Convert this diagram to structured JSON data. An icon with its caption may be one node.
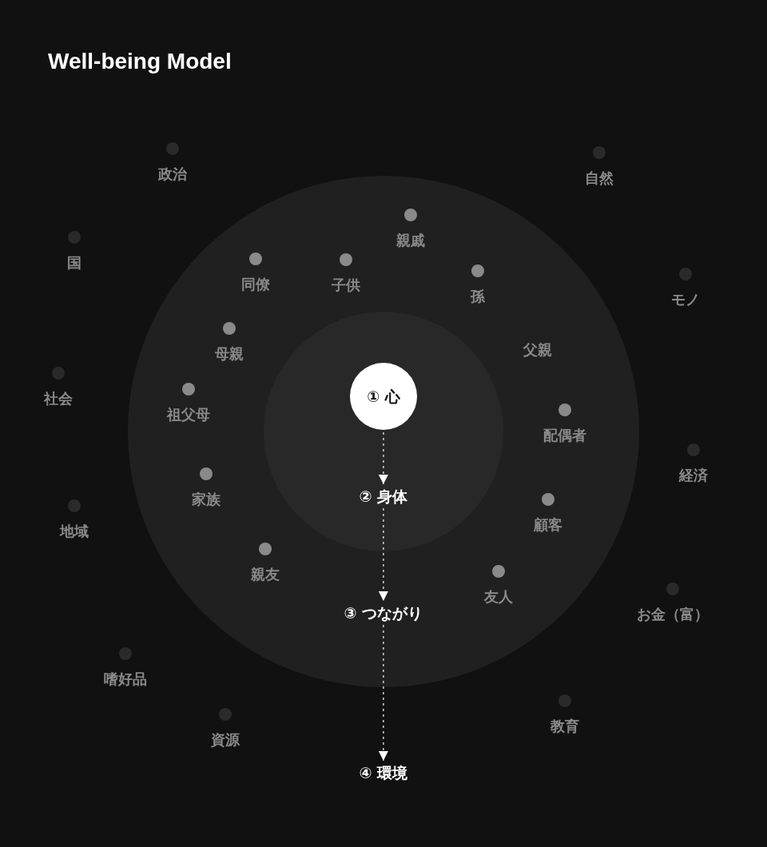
{
  "diagram": {
    "title": "Well-being Model",
    "nodes": [
      {
        "text": [],
        "shape": "circle"
      },
      {
        "text": [],
        "shape": "circle",
        "in": 0
      },
      {
        "text": [
          "① 心"
        ],
        "in": 1
      },
      {
        "text": [
          "② 身体"
        ],
        "in": 1
      },
      {
        "text": [
          "③ つながり"
        ],
        "in": 0
      },
      {
        "text": [
          "④ 環境"
        ]
      },
      {
        "text": [
          "政治"
        ]
      },
      {
        "text": [
          "自然"
        ]
      },
      {
        "text": [
          "親戚"
        ],
        "in": 0
      },
      {
        "text": [
          "国"
        ]
      },
      {
        "text": [
          "同僚"
        ],
        "in": 0
      },
      {
        "text": [
          "子供"
        ],
        "in": 0
      },
      {
        "text": [
          "孫"
        ],
        "in": 0
      },
      {
        "text": [
          "モノ"
        ]
      },
      {
        "text": [
          "母親"
        ],
        "in": 0
      },
      {
        "text": [
          "父親"
        ],
        "in": 0
      },
      {
        "text": [
          "社会"
        ]
      },
      {
        "text": [
          "祖父母"
        ],
        "in": 0
      },
      {
        "text": [
          "配偶者"
        ],
        "in": 0
      },
      {
        "text": [
          "経済"
        ]
      },
      {
        "text": [
          "家族"
        ],
        "in": 0
      },
      {
        "text": [
          "顧客"
        ],
        "in": 0
      },
      {
        "text": [
          "地域"
        ]
      },
      {
        "text": [
          "親友"
        ],
        "in": 0
      },
      {
        "text": [
          "友人"
        ],
        "in": 0
      },
      {
        "text": [
          "お金（富）"
        ]
      },
      {
        "text": [
          "嗜好品"
        ]
      },
      {
        "text": [
          "教育"
        ]
      },
      {
        "text": [
          "資源"
        ]
      }
    ],
    "edges": [
      {
        "from": 2,
        "to": 3,
        "arrow": "to",
        "style": "dashed"
      },
      {
        "from": 3,
        "to": 4,
        "arrow": "to",
        "style": "dashed"
      },
      {
        "from": 4,
        "to": 5,
        "arrow": "to",
        "style": "dashed"
      }
    ]
  }
}
